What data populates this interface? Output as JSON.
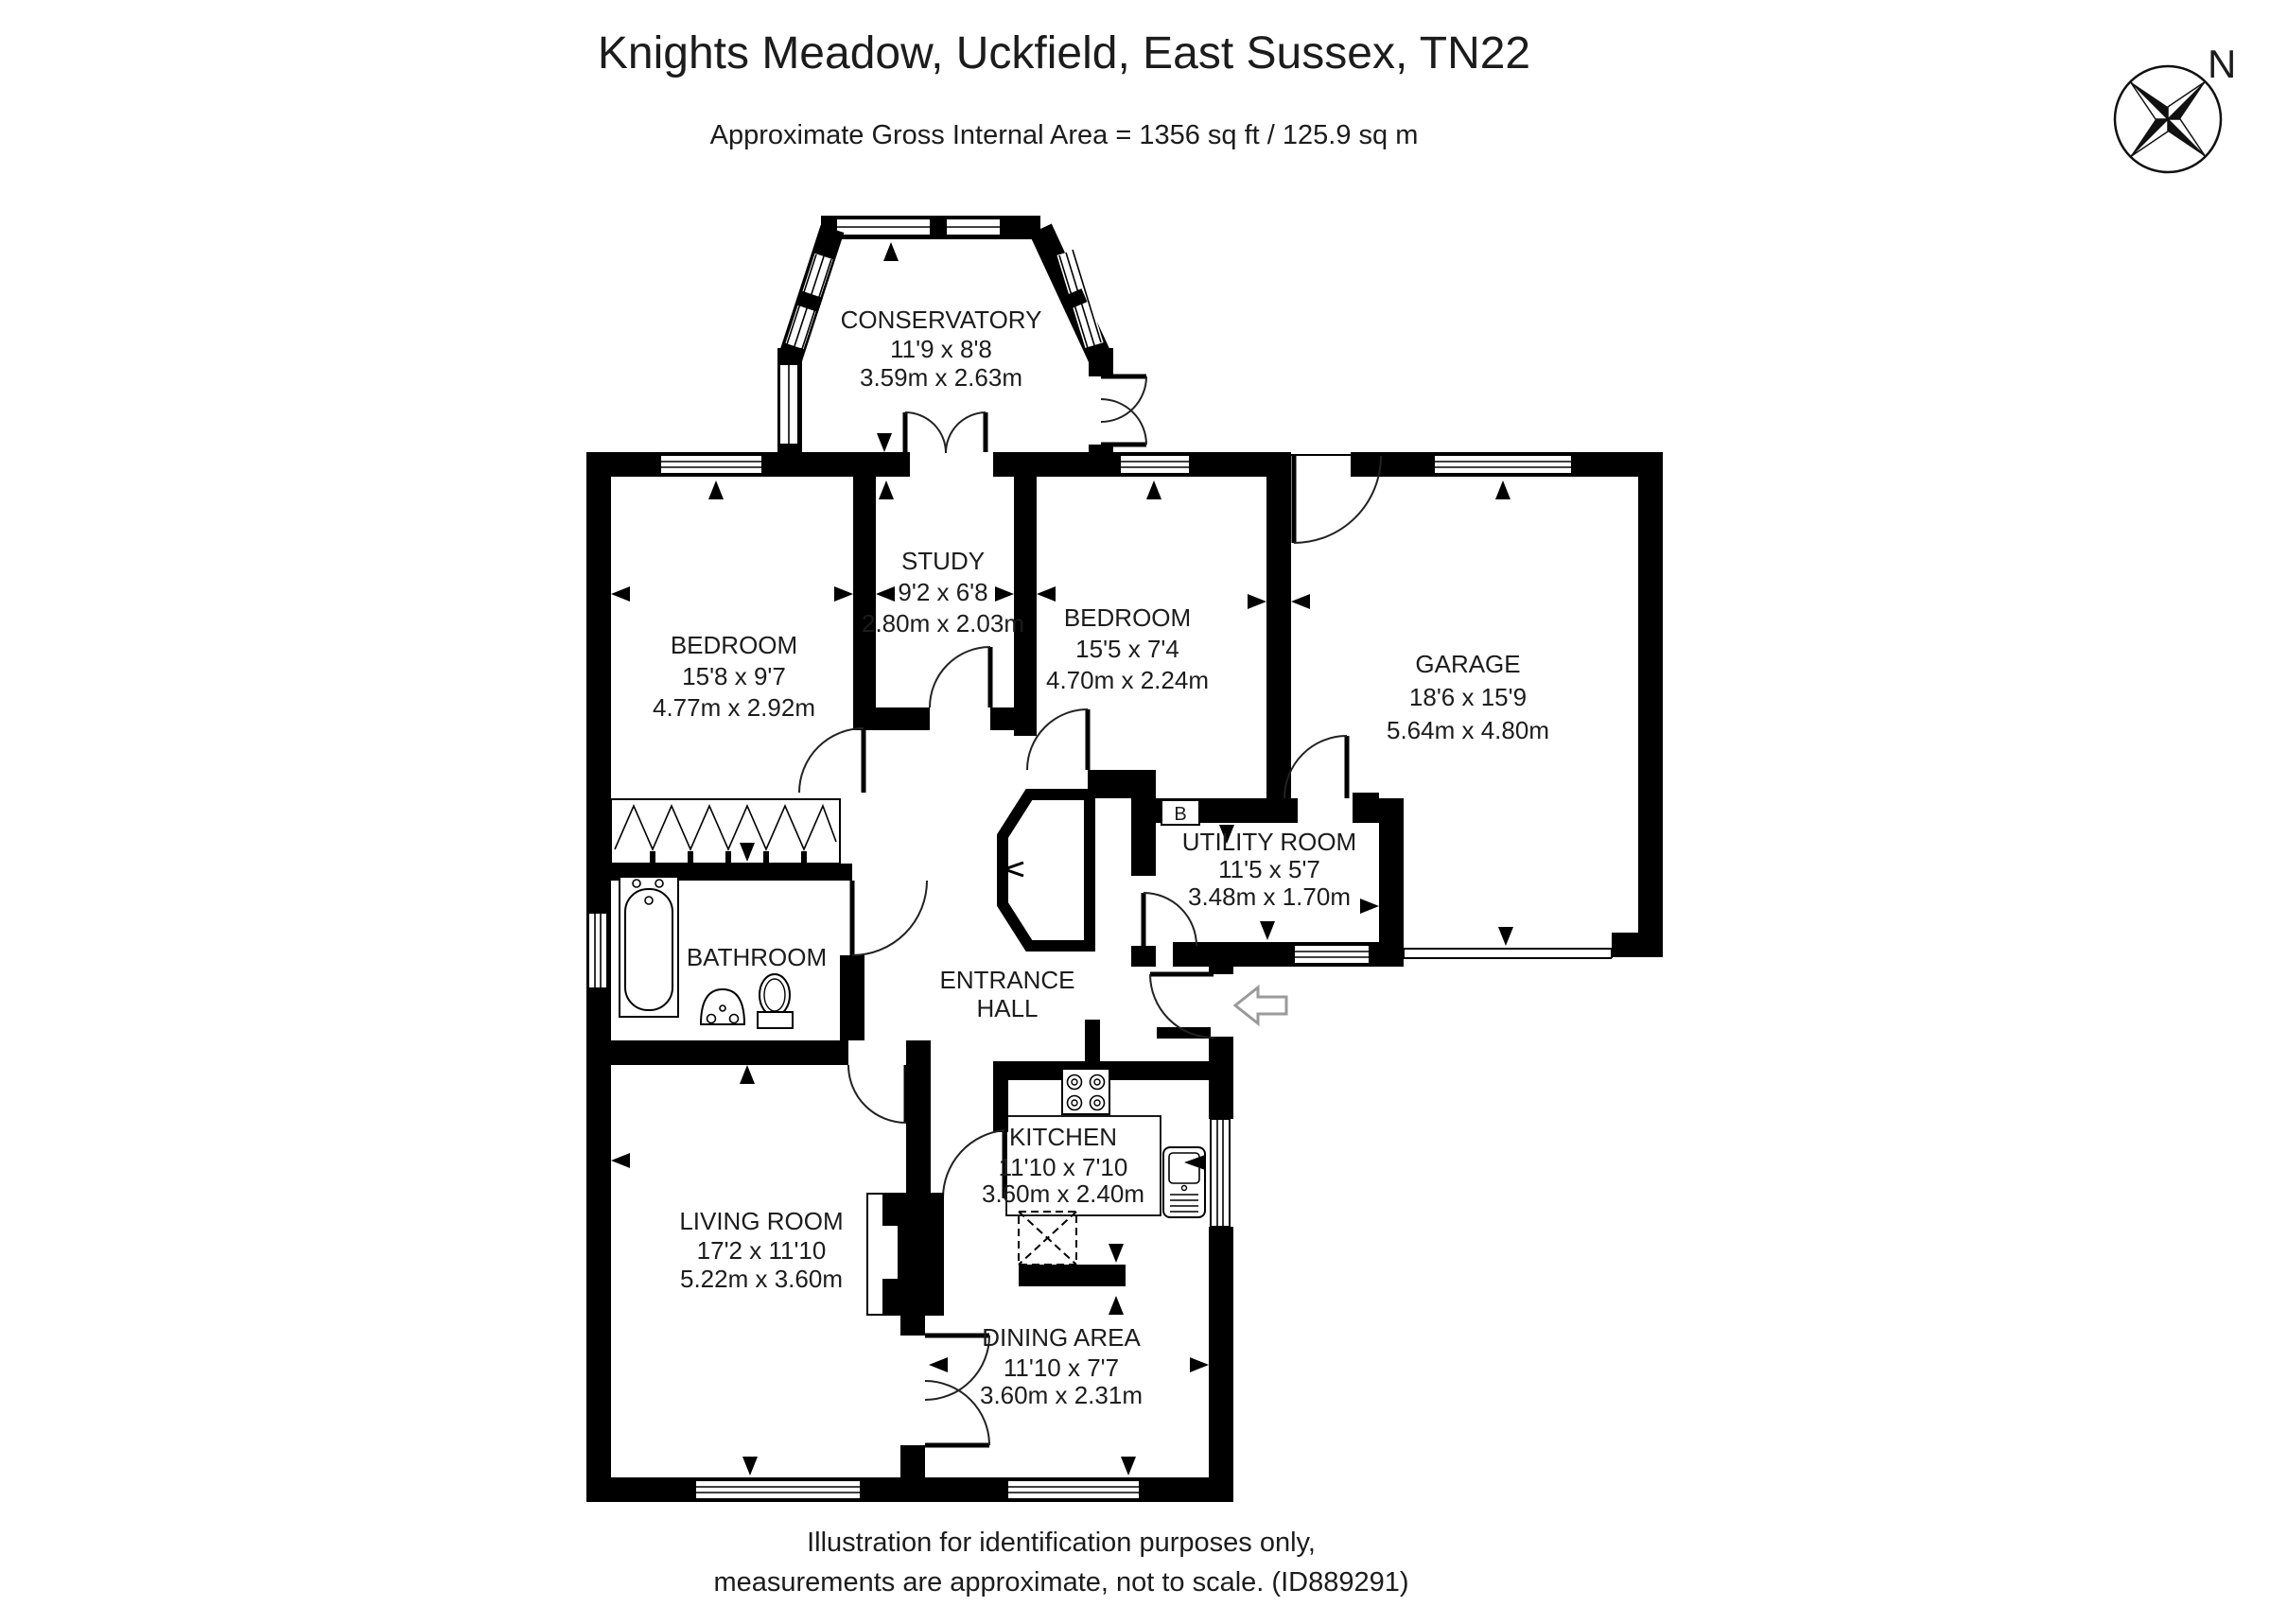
{
  "header": {
    "title": "Knights Meadow, Uckfield, East Sussex, TN22",
    "subtitle": "Approximate Gross Internal Area = 1356 sq ft / 125.9 sq m"
  },
  "compass": {
    "north_label": "N"
  },
  "rooms": {
    "conservatory": {
      "name": "CONSERVATORY",
      "imperial": "11'9 x 8'8",
      "metric": "3.59m x 2.63m"
    },
    "bedroom_left": {
      "name": "BEDROOM",
      "imperial": "15'8 x 9'7",
      "metric": "4.77m x 2.92m"
    },
    "study": {
      "name": "STUDY",
      "imperial": "9'2 x 6'8",
      "metric": "2.80m x 2.03m"
    },
    "bedroom_right": {
      "name": "BEDROOM",
      "imperial": "15'5 x 7'4",
      "metric": "4.70m x 2.24m"
    },
    "garage": {
      "name": "GARAGE",
      "imperial": "18'6 x 15'9",
      "metric": "5.64m x 4.80m"
    },
    "utility_room": {
      "name": "UTILITY ROOM",
      "imperial": "11'5 x 5'7",
      "metric": "3.48m x 1.70m"
    },
    "bathroom": {
      "name": "BATHROOM"
    },
    "entrance_hall": {
      "line1": "ENTRANCE",
      "line2": "HALL"
    },
    "kitchen": {
      "name": "KITCHEN",
      "imperial": "11'10 x 7'10",
      "metric": "3.60m x 2.40m"
    },
    "living_room": {
      "name": "LIVING ROOM",
      "imperial": "17'2 x 11'10",
      "metric": "5.22m x 3.60m"
    },
    "dining_area": {
      "name": "DINING AREA",
      "imperial": "11'10 x 7'7",
      "metric": "3.60m x 2.31m"
    }
  },
  "annotations": {
    "boiler_label": "B"
  },
  "footer": {
    "line1": "Illustration for identification purposes only,",
    "line2": "measurements are approximate, not to scale. (ID889291)"
  },
  "colors": {
    "wall": "#000000",
    "text": "#1c1c1c",
    "entry_arrow_outline": "#9a9a9a"
  }
}
